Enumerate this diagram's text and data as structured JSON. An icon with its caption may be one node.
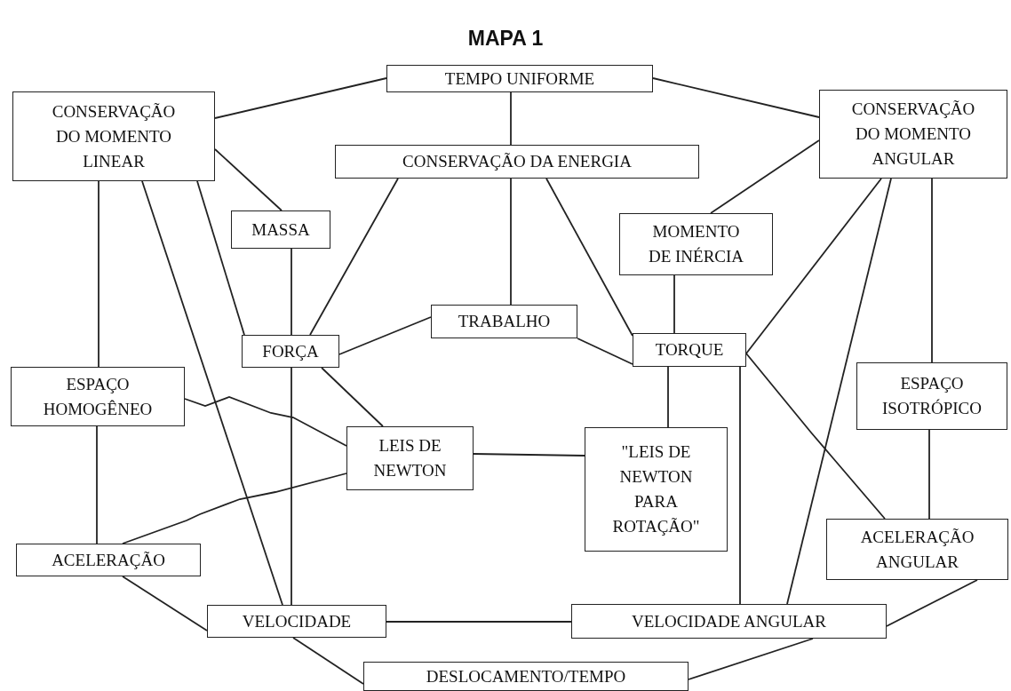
{
  "diagram": {
    "title": "MAPA 1",
    "nodes": [
      {
        "text": [
          "TEMPO UNIFORME"
        ]
      },
      {
        "text": [
          "CONSERVAÇÃO DO MOMENTO LINEAR"
        ]
      },
      {
        "text": [
          "CONSERVAÇÃO DA ENERGIA"
        ]
      },
      {
        "text": [
          "CONSERVAÇÃO DO MOMENTO ANGULAR"
        ]
      },
      {
        "text": [
          "MASSA"
        ]
      },
      {
        "text": [
          "MOMENTO DE INÉRCIA"
        ]
      },
      {
        "text": [
          "TRABALHO"
        ]
      },
      {
        "text": [
          "FORÇA"
        ]
      },
      {
        "text": [
          "TORQUE"
        ]
      },
      {
        "text": [
          "ESPAÇO HOMOGÊNEO"
        ]
      },
      {
        "text": [
          "ESPAÇO ISOTRÓPICO"
        ]
      },
      {
        "text": [
          "LEIS DE NEWTON"
        ]
      },
      {
        "text": [
          "\"LEIS DE NEWTON PARA ROTAÇÃO\""
        ]
      },
      {
        "text": [
          "ACELERAÇÃO"
        ]
      },
      {
        "text": [
          "ACELERAÇÃO ANGULAR"
        ]
      },
      {
        "text": [
          "VELOCIDADE"
        ]
      },
      {
        "text": [
          "VELOCIDADE ANGULAR"
        ]
      },
      {
        "text": [
          "DESLOCAMENTO/TEMPO"
        ]
      }
    ],
    "edges": [
      {
        "from": 0,
        "to": 1,
        "arrow": "none"
      },
      {
        "from": 0,
        "to": 2,
        "arrow": "none"
      },
      {
        "from": 0,
        "to": 3,
        "arrow": "none"
      },
      {
        "from": 1,
        "to": 4,
        "arrow": "none"
      },
      {
        "from": 1,
        "to": 9,
        "arrow": "none"
      },
      {
        "from": 1,
        "to": 15,
        "arrow": "none"
      },
      {
        "from": 1,
        "to": 7,
        "arrow": "none"
      },
      {
        "from": 2,
        "to": 7,
        "arrow": "none"
      },
      {
        "from": 2,
        "to": 6,
        "arrow": "none"
      },
      {
        "from": 2,
        "to": 8,
        "arrow": "none"
      },
      {
        "from": 3,
        "to": 5,
        "arrow": "none"
      },
      {
        "from": 3,
        "to": 8,
        "arrow": "none"
      },
      {
        "from": 3,
        "to": 16,
        "arrow": "none"
      },
      {
        "from": 3,
        "to": 10,
        "arrow": "none"
      },
      {
        "from": 4,
        "to": 7,
        "arrow": "none"
      },
      {
        "from": 7,
        "to": 15,
        "arrow": "none"
      },
      {
        "from": 7,
        "to": 6,
        "arrow": "none"
      },
      {
        "from": 7,
        "to": 11,
        "arrow": "none"
      },
      {
        "from": 6,
        "to": 8,
        "arrow": "none"
      },
      {
        "from": 5,
        "to": 8,
        "arrow": "none"
      },
      {
        "from": 8,
        "to": 12,
        "arrow": "none"
      },
      {
        "from": 8,
        "to": 16,
        "arrow": "none"
      },
      {
        "from": 8,
        "to": 14,
        "arrow": "none"
      },
      {
        "from": 9,
        "to": 11,
        "arrow": "none"
      },
      {
        "from": 13,
        "to": 11,
        "arrow": "none"
      },
      {
        "from": 9,
        "to": 13,
        "arrow": "none"
      },
      {
        "from": 10,
        "to": 14,
        "arrow": "none"
      },
      {
        "from": 11,
        "to": 12,
        "arrow": "none"
      },
      {
        "from": 13,
        "to": 15,
        "arrow": "none"
      },
      {
        "from": 15,
        "to": 16,
        "arrow": "none"
      },
      {
        "from": 15,
        "to": 17,
        "arrow": "none"
      },
      {
        "from": 16,
        "to": 17,
        "arrow": "none"
      },
      {
        "from": 14,
        "to": 16,
        "arrow": "none"
      }
    ]
  }
}
